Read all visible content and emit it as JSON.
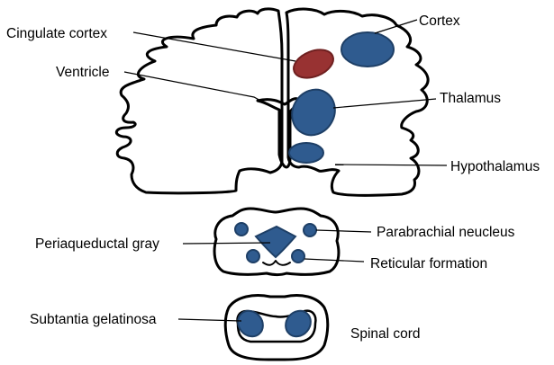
{
  "labels": {
    "cingulate_cortex": "Cingulate cortex",
    "cortex": "Cortex",
    "ventricle": "Ventricle",
    "thalamus": "Thalamus",
    "hypothalamus": "Hypothalamus",
    "parabrachial_nucleus": "Parabrachial neucleus",
    "periaqueductal_gray": "Periaqueductal gray",
    "reticular_formation": "Reticular formation",
    "substantia_gelatinosa": "Subtantia gelatinosa",
    "spinal_cord": "Spinal cord"
  },
  "colors": {
    "region_blue": "#2f5b8f",
    "region_red": "#983232",
    "outline": "#000000"
  }
}
